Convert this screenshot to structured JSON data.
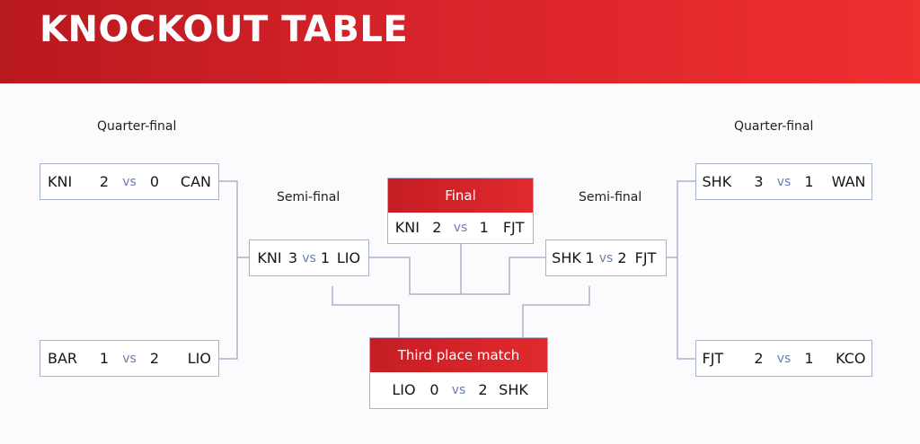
{
  "title": "KNOCKOUT TABLE",
  "vs_label": "vs",
  "rounds": {
    "quarter_final": "Quarter-final",
    "semi_final": "Semi-final"
  },
  "quarter_finals": {
    "left_top": {
      "home": "KNI",
      "home_score": "2",
      "away_score": "0",
      "away": "CAN"
    },
    "left_bottom": {
      "home": "BAR",
      "home_score": "1",
      "away_score": "2",
      "away": "LIO"
    },
    "right_top": {
      "home": "SHK",
      "home_score": "3",
      "away_score": "1",
      "away": "WAN"
    },
    "right_bottom": {
      "home": "FJT",
      "home_score": "2",
      "away_score": "1",
      "away": "KCO"
    }
  },
  "semi_finals": {
    "left": {
      "home": "KNI",
      "home_score": "3",
      "away_score": "1",
      "away": "LIO"
    },
    "right": {
      "home": "SHK",
      "home_score": "1",
      "away_score": "2",
      "away": "FJT"
    }
  },
  "final": {
    "label": "Final",
    "home": "KNI",
    "home_score": "2",
    "away_score": "1",
    "away": "FJT"
  },
  "third_place": {
    "label": "Third place match",
    "home": "LIO",
    "home_score": "0",
    "away_score": "2",
    "away": "SHK"
  },
  "colors": {
    "header_red": "#d7232a",
    "border": "#a8b4cc",
    "vs_blue": "#6a7fb0"
  }
}
